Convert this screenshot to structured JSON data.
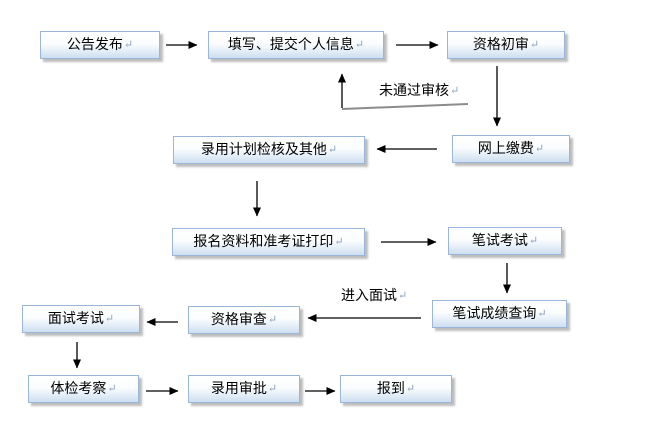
{
  "flow": {
    "return_mark": "↵",
    "nodes": [
      {
        "id": "announcement",
        "label": "公告发布"
      },
      {
        "id": "fill-submit-info",
        "label": "填写、提交个人信息"
      },
      {
        "id": "initial-qualification",
        "label": "资格初审"
      },
      {
        "id": "recruit-plan-check",
        "label": "录用计划检核及其他"
      },
      {
        "id": "online-payment",
        "label": "网上缴费"
      },
      {
        "id": "print-admission-ticket",
        "label": "报名资料和准考证打印"
      },
      {
        "id": "written-exam",
        "label": "笔试考试"
      },
      {
        "id": "written-score-query",
        "label": "笔试成绩查询"
      },
      {
        "id": "qualification-review",
        "label": "资格审查"
      },
      {
        "id": "interview-exam",
        "label": "面试考试"
      },
      {
        "id": "physical-check",
        "label": "体检考察"
      },
      {
        "id": "hiring-approval",
        "label": "录用审批"
      },
      {
        "id": "report-duty",
        "label": "报到"
      }
    ],
    "edge_labels": [
      {
        "id": "failed-review",
        "text": "未通过审核"
      },
      {
        "id": "enter-interview",
        "text": "进入面试"
      }
    ],
    "edges": [
      {
        "from": "announcement",
        "to": "fill-submit-info"
      },
      {
        "from": "fill-submit-info",
        "to": "initial-qualification"
      },
      {
        "from": "initial-qualification",
        "to": "online-payment"
      },
      {
        "from": "initial-qualification",
        "to": "fill-submit-info",
        "label": "未通过审核"
      },
      {
        "from": "online-payment",
        "to": "recruit-plan-check"
      },
      {
        "from": "recruit-plan-check",
        "to": "print-admission-ticket"
      },
      {
        "from": "print-admission-ticket",
        "to": "written-exam"
      },
      {
        "from": "written-exam",
        "to": "written-score-query"
      },
      {
        "from": "written-score-query",
        "to": "qualification-review",
        "label": "进入面试"
      },
      {
        "from": "qualification-review",
        "to": "interview-exam"
      },
      {
        "from": "interview-exam",
        "to": "physical-check"
      },
      {
        "from": "physical-check",
        "to": "hiring-approval"
      },
      {
        "from": "hiring-approval",
        "to": "report-duty"
      }
    ],
    "colors": {
      "box_border": "#99b5d8",
      "box_fill_top": "#ffffff",
      "box_fill_bottom": "#cddff1",
      "box_shadow": "#bdbdbd",
      "arrow": "#000000",
      "return_line": "#8c8c8c",
      "return_mark": "#8aa1bb"
    }
  }
}
